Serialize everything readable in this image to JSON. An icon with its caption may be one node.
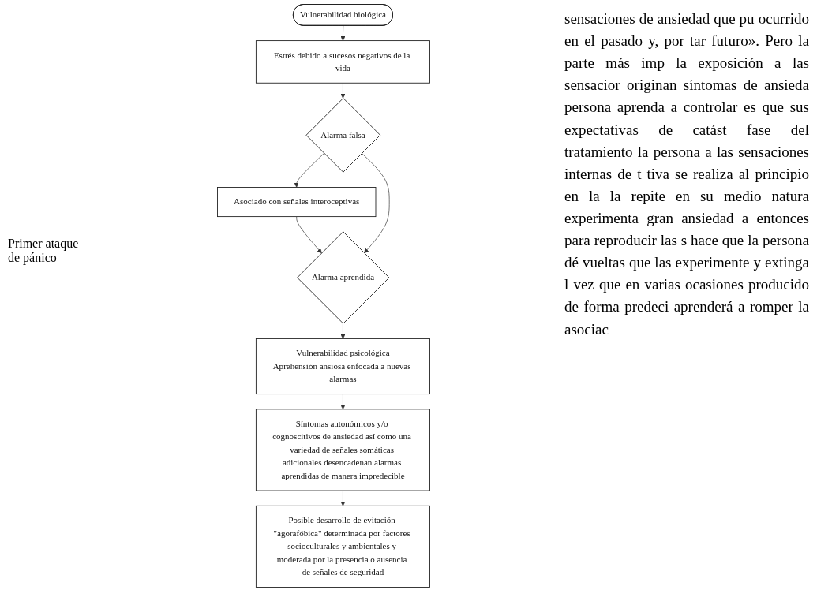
{
  "diagram": {
    "nodes": [
      {
        "text": [
          "Vulnerabilidad biológica"
        ]
      },
      {
        "text": [
          "Estrés debido a sucesos negativos de la vida"
        ]
      },
      {
        "text": [
          "Alarma falsa"
        ]
      },
      {
        "text": [
          "Asociado con señales interoceptivas"
        ]
      },
      {
        "text": [
          "Alarma aprendida"
        ]
      },
      {
        "text": [
          "Vulnerabilidad psicológica",
          "Aprehensión ansiosa enfocada a nuevas alarmas"
        ]
      },
      {
        "text": [
          "Síntomas autonómicos y/o cognoscitivos de ansiedad así como una variedad de señales somáticas adicionales desencadenan alarmas aprendidas de manera impredecible"
        ]
      },
      {
        "text": [
          "Posible desarrollo de evitación \"agorafóbica\" determinada por factores socioculturales y ambientales y moderada por la presencia o ausencia de señales de seguridad"
        ]
      }
    ],
    "edges": [
      {
        "from": 0,
        "to": 1,
        "arrow": "to"
      },
      {
        "from": 1,
        "to": 2,
        "arrow": "to"
      },
      {
        "from": 2,
        "to": 3,
        "arrow": "to"
      },
      {
        "from": 3,
        "to": 4,
        "arrow": "to"
      },
      {
        "from": 2,
        "to": 4,
        "arrow": "to"
      },
      {
        "from": 4,
        "to": 5,
        "arrow": "to"
      },
      {
        "from": 5,
        "to": 6,
        "arrow": "to"
      },
      {
        "from": 6,
        "to": 7,
        "arrow": "to"
      }
    ],
    "labels": [
      "Primer ataque de pánico",
      "sensaciones de ansiedad que pu ocurrido en el pasado y, por tar futuro». Pero la parte más imp la exposición a las sensacior originan síntomas de ansieda persona aprenda a controlar es que sus expectativas de catást fase del tratamiento la persona a las sensaciones internas de t tiva se realiza al principio en la la repite en su medio natura experimenta gran ansiedad a entonces para reproducir las s hace que la persona dé vueltas que las experimente y extinga l vez que en varias ocasiones producido de forma predeci aprenderá a romper la asociac"
    ]
  }
}
